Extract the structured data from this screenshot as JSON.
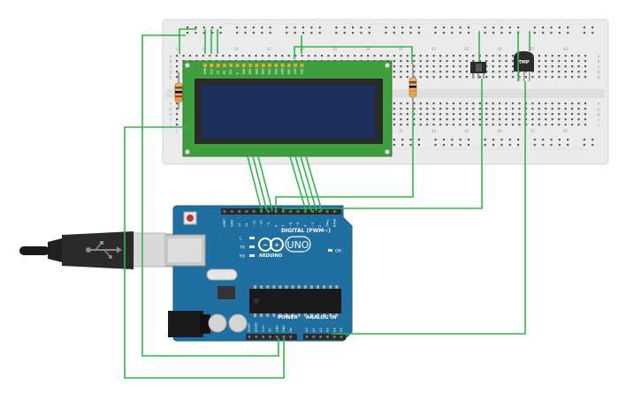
{
  "breadboard": {
    "row_letters_top": [
      "A",
      "B",
      "C",
      "D",
      "E"
    ],
    "row_letters_bottom": [
      "F",
      "G",
      "H",
      "I",
      "J"
    ],
    "column_numbers": [
      "1",
      "5",
      "10",
      "15",
      "20",
      "25",
      "30",
      "35",
      "40",
      "45",
      "50",
      "55",
      "60"
    ]
  },
  "lcd": {
    "pin_labels": [
      "GND",
      "VCC",
      "V0",
      "RS",
      "RW",
      "E",
      "DB0",
      "DB1",
      "DB2",
      "DB3",
      "DB4",
      "DB5",
      "DB6",
      "DB7",
      "LED",
      "LED"
    ]
  },
  "sensor": {
    "label": "TMP"
  },
  "arduino": {
    "brand": "ARDUINO",
    "model": "UNO",
    "digital_label": "DIGITAL (PWM~)",
    "power_label": "POWER",
    "analog_label": "ANALOG IN",
    "on_label": "ON",
    "led_labels": [
      "L",
      "TX",
      "RX"
    ],
    "digital_pins": [
      "AREF",
      "GND",
      "13",
      "12",
      "~11",
      "~10",
      "~9",
      "8",
      "7",
      "~6",
      "~5",
      "4",
      "~3",
      "2",
      "TX▸1",
      "RX◂0"
    ],
    "power_pins": [
      "IOREF",
      "RESET",
      "3.3V",
      "5V",
      "GND",
      "GND",
      "Vin"
    ],
    "analog_pins": [
      "A0",
      "A1",
      "A2",
      "A3",
      "A4",
      "A5"
    ]
  },
  "colors": {
    "wire": "#2fb84a",
    "board": "#1f6fa0",
    "board_edge": "#195d87",
    "lcd_pcb": "#3f9e3e",
    "lcd_screen": "#1c2f5c",
    "breadboard": "#ebebeb",
    "header": "#2b2b2b"
  }
}
